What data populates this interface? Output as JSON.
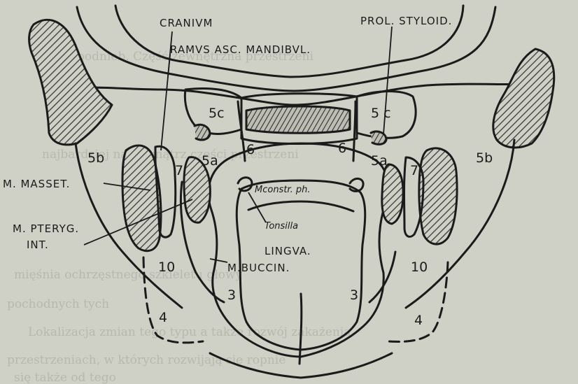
{
  "colors": {
    "paper": "#cfd0c6",
    "ink": "#1b1b1b",
    "ghost_text": "#b7b9ae",
    "hatch": "#3a3a38"
  },
  "labels": {
    "cranium": "CRANIVM",
    "prol_styloid": "PROL. STYLOID.",
    "ramus": "RAMVS ASC. MANDIBVL.",
    "m_masset": "M. MASSET.",
    "m_pteryg": "M. PTERYG.",
    "int": "INT.",
    "m_constr": "Mconstr. ph.",
    "tonsilla": "Tonsilla",
    "lingva": "LINGVA.",
    "m_buccin": "M.BUCCIN.",
    "z5c_left": "5c",
    "z5c_right": "5 c",
    "z5b_left": "5b",
    "z5b_right": "5b",
    "z5a_left": "5a",
    "z5a_right": "5a",
    "z7_left": "7",
    "z7_right": "7",
    "z6_left": "6",
    "z6_right": "6",
    "z10_left": "10",
    "z10_right": "10",
    "z3_left": "3",
    "z3_right": "3",
    "z4_left": "4",
    "z4_right": "4"
  },
  "background_text": {
    "lines": [
      "podnieb. Część zewnętrzna przestrzeni",
      "najbardziej na zewnątrz części przestrzeni",
      "mięśnia ochrzęstnego szkieletu głowy",
      "pochodnych tych",
      "Lokalizacja zmian tego typu a także rozwój zakażenia",
      "przestrzeniach, w których rozwijają się ropnie",
      "się także od tego"
    ]
  }
}
